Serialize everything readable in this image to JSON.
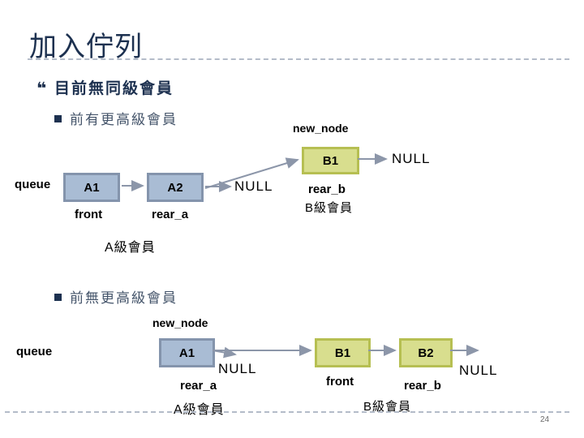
{
  "slide": {
    "title": "加入佇列",
    "page_number": "24"
  },
  "bullets": {
    "level1": {
      "marker": "❝",
      "text": "目前無同級會員"
    },
    "level2_first": {
      "marker": "▪",
      "text": "前有更高級會員"
    },
    "level2_second": {
      "marker": "▪",
      "text": "前無更高級會員"
    }
  },
  "colors": {
    "title_text": "#1d3150",
    "sub_bullet_text": "#44546a",
    "node_blue_fill": "#a9bcd4",
    "node_blue_border": "#8494ac",
    "node_green_fill": "#d8de8e",
    "node_green_border": "#b6bf52",
    "arrow": "#8c96a9"
  },
  "diagram1": {
    "new_node_label": "new_node",
    "queue_label": "queue",
    "node_a1": "A1",
    "node_a2": "A2",
    "node_b1": "B1",
    "null_after_a2": "NULL",
    "null_after_b1": "NULL",
    "front_label": "front",
    "rear_a_label": "rear_a",
    "rear_b_label": "rear_b",
    "class_a_label": "A級會員",
    "class_b_label": "B級會員"
  },
  "diagram2": {
    "new_node_label": "new_node",
    "queue_label": "queue",
    "node_a1": "A1",
    "node_b1": "B1",
    "node_b2": "B2",
    "null_after_a1": "NULL",
    "null_after_b2": "NULL",
    "front_label": "front",
    "rear_a_label": "rear_a",
    "rear_b_label": "rear_b",
    "class_a_label": "A級會員",
    "class_b_label": "B級會員"
  }
}
